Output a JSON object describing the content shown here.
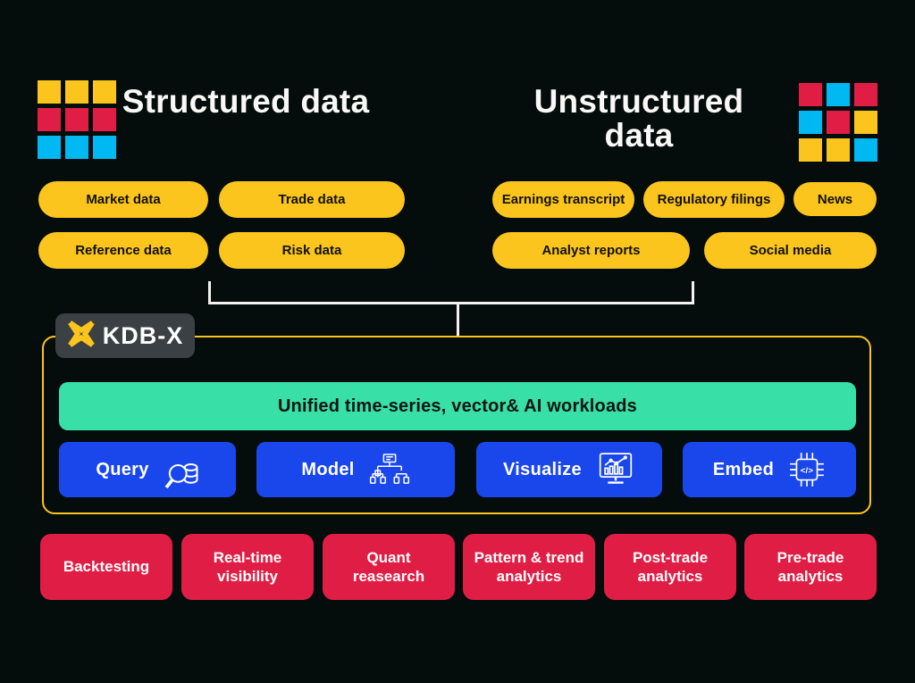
{
  "palette": {
    "background": "#050c0c",
    "yellow": "#fbc51d",
    "red": "#e01e45",
    "cyan": "#00b9f2",
    "blue_button": "#1a47ec",
    "green_banner": "#38e0a7",
    "badge_gray": "#3b4044",
    "connector_white": "#f2f2ee"
  },
  "header_icons": {
    "left_grid": [
      "yellow",
      "yellow",
      "yellow",
      "red",
      "red",
      "red",
      "cyan",
      "cyan",
      "cyan"
    ],
    "right_grid": [
      "red",
      "cyan",
      "red",
      "cyan",
      "red",
      "yellow",
      "yellow",
      "yellow",
      "cyan"
    ]
  },
  "structured": {
    "title": "Structured data",
    "pills": [
      "Market data",
      "Trade data",
      "Reference data",
      "Risk data"
    ]
  },
  "unstructured": {
    "title": "Unstructured data",
    "pills": [
      "Earnings transcript",
      "Regulatory filings",
      "News",
      "Analyst reports",
      "Social media"
    ]
  },
  "platform": {
    "logo_text": "KDB-X",
    "logo_icon": "kx-chevron-star-icon",
    "banner": "Unified time-series, vector& AI workloads",
    "capabilities": [
      {
        "label": "Query",
        "icon": "magnifier-database-icon"
      },
      {
        "label": "Model",
        "icon": "org-chart-icon"
      },
      {
        "label": "Visualize",
        "icon": "chart-monitor-icon"
      },
      {
        "label": "Embed",
        "icon": "chip-code-icon"
      }
    ]
  },
  "analytics": [
    "Backtesting",
    "Real-time visibility",
    "Quant reasearch",
    "Pattern & trend analytics",
    "Post-trade analytics",
    "Pre-trade analytics"
  ]
}
